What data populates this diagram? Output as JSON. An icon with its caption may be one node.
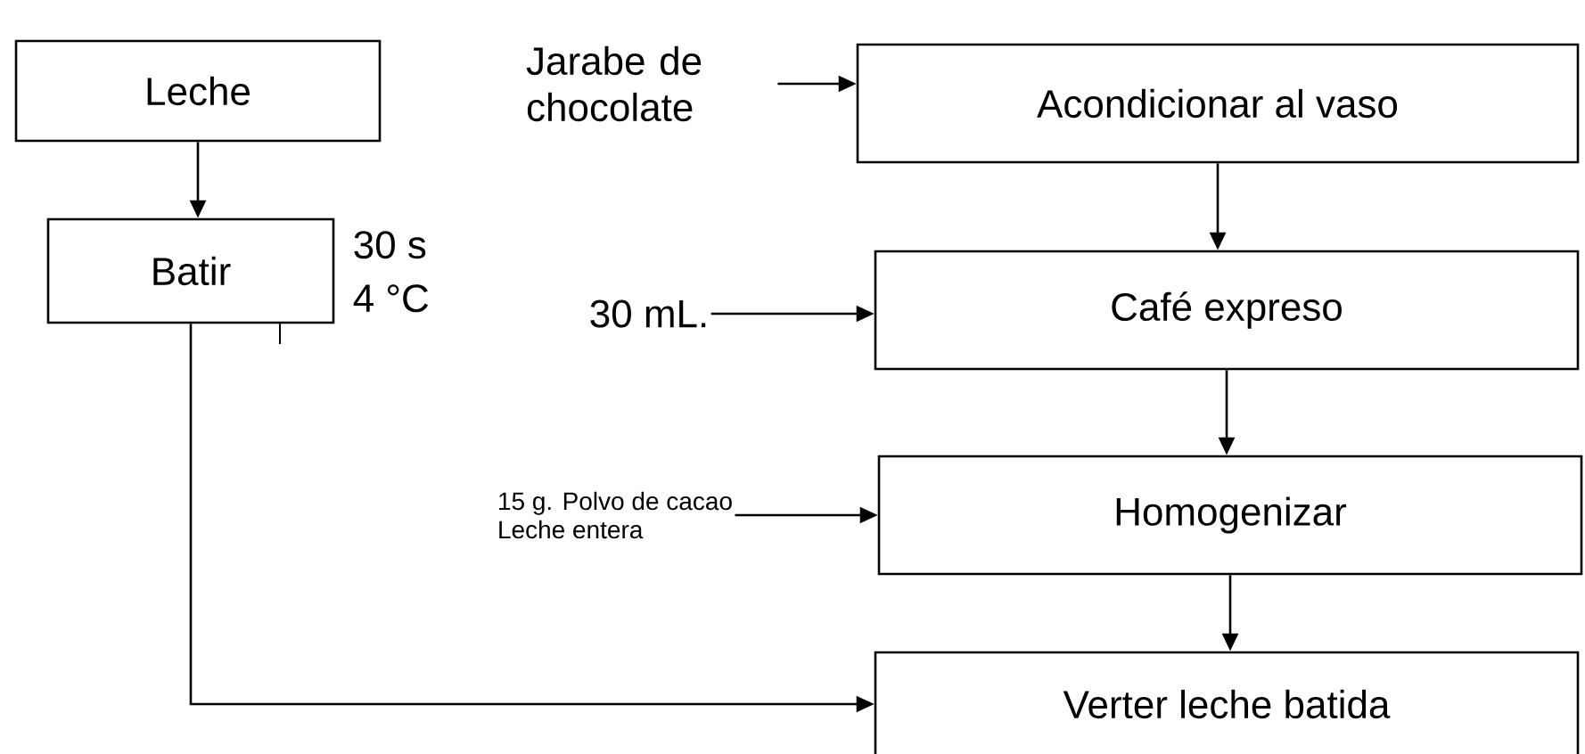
{
  "diagram": {
    "nodes": [
      {
        "text": [
          "Leche"
        ]
      },
      {
        "text": [
          "Batir"
        ],
        "beside": [
          "30 s",
          "4 °C"
        ]
      },
      {
        "text": [
          "Jarabe de chocolate"
        ]
      },
      {
        "text": [
          "Acondicionar al vaso"
        ]
      },
      {
        "text": [
          "30 mL."
        ]
      },
      {
        "text": [
          "Café expreso"
        ]
      },
      {
        "text": [
          "15 g. Polvo de cacao",
          "Leche entera"
        ]
      },
      {
        "text": [
          "Homogenizar"
        ]
      },
      {
        "text": [
          "Verter leche batida"
        ]
      }
    ],
    "edges": [
      {
        "from": 0,
        "to": 1,
        "arrow": "to"
      },
      {
        "from": 2,
        "to": 3,
        "arrow": "to"
      },
      {
        "from": 3,
        "to": 5,
        "arrow": "to"
      },
      {
        "from": 4,
        "to": 5,
        "arrow": "to"
      },
      {
        "from": 5,
        "to": 7,
        "arrow": "to"
      },
      {
        "from": 6,
        "to": 7,
        "arrow": "to"
      },
      {
        "from": 7,
        "to": 8,
        "arrow": "to"
      },
      {
        "from": 1,
        "to": 8,
        "arrow": "to"
      }
    ]
  }
}
